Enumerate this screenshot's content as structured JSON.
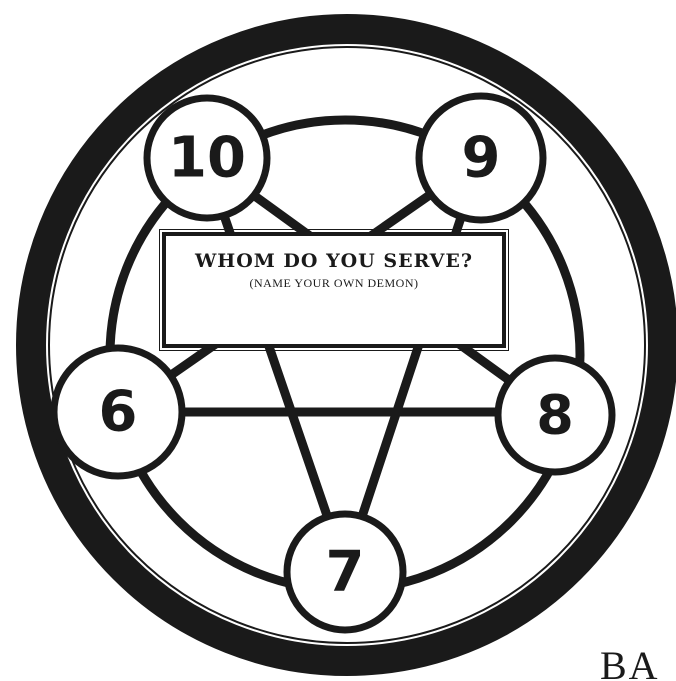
{
  "prompt": {
    "title": "WHOM DO YOU SERVE?",
    "subtitle": "(NAME YOUR OWN DEMON)",
    "value": ""
  },
  "score_circles": [
    {
      "label": "10"
    },
    {
      "label": "9"
    },
    {
      "label": "8"
    },
    {
      "label": "7"
    },
    {
      "label": "6"
    }
  ],
  "page_fragment": "BA",
  "colors": {
    "ink": "#1a1a1a",
    "paper": "#ffffff"
  }
}
